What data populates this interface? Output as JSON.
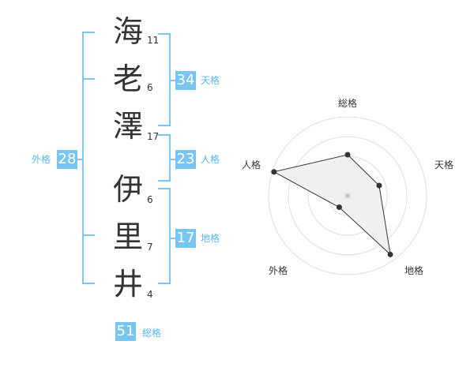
{
  "name_chars": [
    {
      "char": "海",
      "strokes": "11"
    },
    {
      "char": "老",
      "strokes": "6"
    },
    {
      "char": "澤",
      "strokes": "17"
    },
    {
      "char": "伊",
      "strokes": "6"
    },
    {
      "char": "里",
      "strokes": "7"
    },
    {
      "char": "井",
      "strokes": "4"
    }
  ],
  "kaku": {
    "tenkaku": {
      "value": "34",
      "label": "天格"
    },
    "jinkaku": {
      "value": "23",
      "label": "人格"
    },
    "chikaku": {
      "value": "17",
      "label": "地格"
    },
    "gaikaku": {
      "value": "28",
      "label": "外格"
    },
    "soukaku": {
      "value": "51",
      "label": "総格"
    }
  },
  "radar": {
    "axes": [
      "総格",
      "天格",
      "地格",
      "外格",
      "人格"
    ],
    "values": [
      0.52,
      0.42,
      0.92,
      0.18,
      0.98
    ],
    "fill_color": "#eeeeee",
    "line_color": "#333333",
    "ring_color": "#dddddd"
  },
  "colors": {
    "accent": "#79c5f1",
    "bracket": "#7cc6f2"
  }
}
